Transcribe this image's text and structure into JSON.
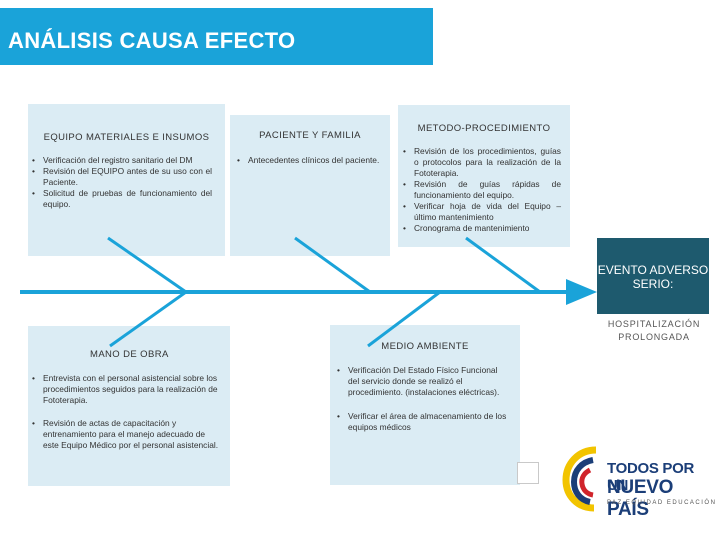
{
  "title": "ANÁLISIS CAUSA EFECTO",
  "categories": {
    "equipo": {
      "title": "EQUIPO MATERIALES E INSUMOS",
      "items": [
        "Verificación del registro sanitario del DM",
        "Revisión del EQUIPO antes de su uso con el Paciente.",
        "Solicitud de pruebas de funcionamiento del equipo."
      ]
    },
    "paciente": {
      "title": "PACIENTE Y FAMILIA",
      "items": [
        "Antecedentes clínicos del paciente."
      ]
    },
    "metodo": {
      "title": "METODO-PROCEDIMIENTO",
      "items": [
        "Revisión de los procedimientos, guías o protocolos para la realización de la Fototerapia.",
        "Revisión de guías rápidas de funcionamiento del equipo.",
        "Verificar hoja de vida del Equipo – último mantenimiento",
        "Cronograma de mantenimiento"
      ]
    },
    "mano_obra": {
      "title": "MANO DE OBRA",
      "items": [
        "Entrevista con el personal asistencial sobre los procedimientos seguidos para la realización de Fototerapia.",
        "Revisión de actas de capacitación y entrenamiento para el manejo adecuado de este Equipo Médico por el personal asistencial."
      ]
    },
    "medio": {
      "title": "MEDIO AMBIENTE",
      "items": [
        "Verificación Del Estado Físico Funcional del servicio donde se realizó el procedimiento. (instalaciones eléctricas).",
        "Verificar el área de almacenamiento de los equipos médicos"
      ]
    }
  },
  "effect": {
    "label": "EVENTO ADVERSO SERIO:",
    "detail": "HOSPITALIZACIÓN PROLONGADA"
  },
  "logo": {
    "line1": "TODOS POR UN",
    "line2": "NUEVO PAÍS",
    "line3": "PAZ   EQUIDAD   EDUCACIÓN"
  },
  "colors": {
    "title_bar": "#1aa3d9",
    "box_fill": "#dbecf4",
    "spine": "#1aa3d9",
    "effect_box": "#1e5a6e",
    "logo_blue": "#1b3e78"
  }
}
